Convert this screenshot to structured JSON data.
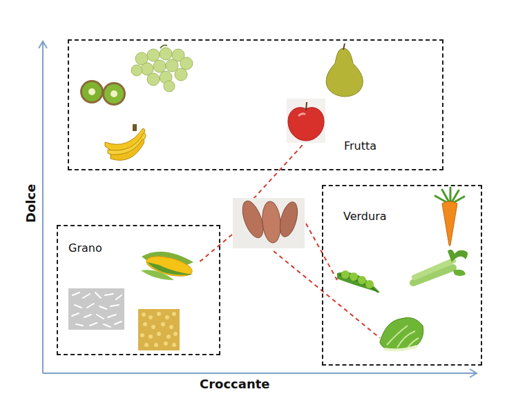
{
  "diagram": {
    "nodes": [
      {
        "text": [
          "Frutta"
        ]
      },
      {
        "text": [
          "Grano"
        ]
      },
      {
        "text": [
          "Verdura"
        ]
      }
    ],
    "labels": [
      "Dolce",
      "Croccante"
    ]
  }
}
